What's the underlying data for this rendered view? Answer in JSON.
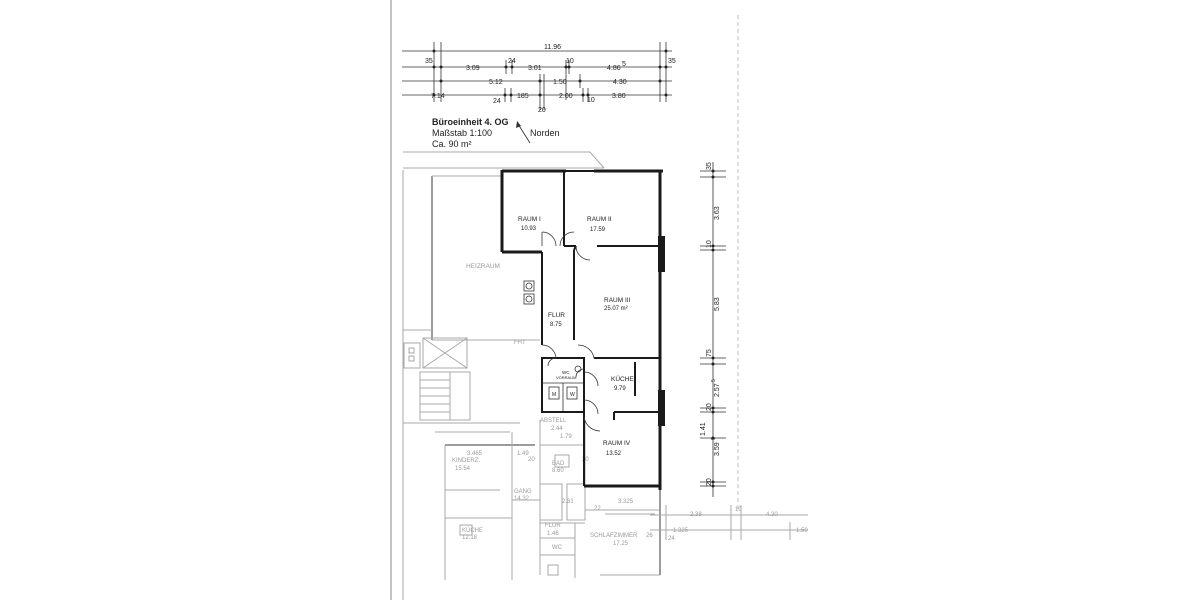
{
  "header": {
    "title": "Büroeinheit 4. OG",
    "scale": "Maßstab 1:100",
    "area": "Ca. 90 m²",
    "north": "Norden"
  },
  "top_dims": {
    "r1_total": "11.96",
    "r2_left": "35",
    "r2_a": "3.09",
    "r2_b": "24",
    "r2_c": "3.01",
    "r2_d": "10",
    "r2_e": "4.86",
    "r2_e_sup": "5",
    "r2_right": "35",
    "r3_a": "5.12",
    "r3_b": "1.50",
    "r3_c": "4.30",
    "r4_a": "7.14",
    "r4_b": "185",
    "r4_c": "2.00",
    "r4_d": "3.80",
    "r4_below_a": "24",
    "r4_below_b": "20",
    "r4_below_c": "10"
  },
  "right_dims": {
    "d1": "35",
    "d2": "3.63",
    "d3": "10",
    "d4": "5.83",
    "d5": "75",
    "d6": "2.57",
    "d6_sup": "5",
    "d7": "20",
    "d8": "1.41",
    "d9": "3.59",
    "d9_sup": "5",
    "d10": "20"
  },
  "rooms": {
    "raum1": {
      "name": "RAUM I",
      "area": "10.93"
    },
    "raum2": {
      "name": "RAUM II",
      "area": "17.59"
    },
    "raum3": {
      "name": "RAUM III",
      "area": "25.07 m²"
    },
    "flur": {
      "name": "FLUR",
      "area": "8.75"
    },
    "kueche": {
      "name": "KÜCHE",
      "area": "9.79"
    },
    "raum4": {
      "name": "RAUM IV",
      "area": "13.52"
    },
    "wc": {
      "name": "WC",
      "sub": "VORRAUM"
    },
    "wc_m": "M",
    "wc_w": "W"
  },
  "neighbours": {
    "heizraum": "HEIZRAUM",
    "fht": "FHT",
    "abstell": "ABSTELL",
    "abstell_area": "2.44",
    "kinderz": "KINDERZ.",
    "kinderz_area": "15.54",
    "bad": "BAD",
    "bad_area": "8.60",
    "gang": "GANG",
    "gang_area": "14.32",
    "kueche": "KÜCHE",
    "kueche_area": "12.18",
    "flur": "FLUR",
    "flur_area": "1.46",
    "wc": "WC",
    "schlaf": "SCHLAFZIMMER",
    "schlaf_area": "17.25",
    "d_3465": "3.465",
    "d_149": "1.49",
    "d_179": "1.79",
    "d_231": "2.31",
    "d_3325": "3.325",
    "d_1325": "1.325",
    "d_20a": "20",
    "d_20b": "20",
    "d_22": "22",
    "d_238": "2.38",
    "d_10": "10",
    "d_430": "4.30",
    "d_24": "24",
    "d_26": "26",
    "d_150": "1.50"
  }
}
